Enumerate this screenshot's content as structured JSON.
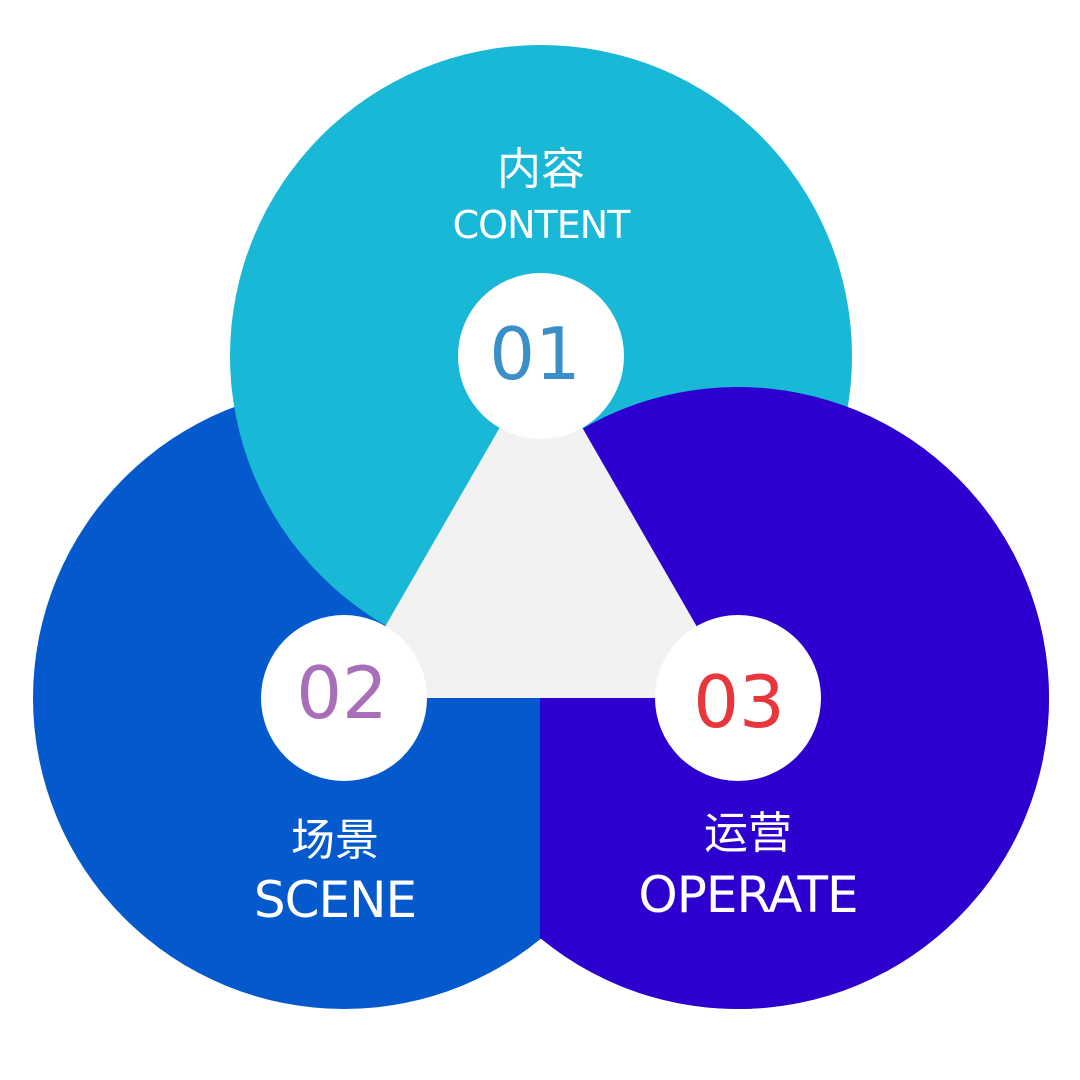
{
  "colors": {
    "background": "#ffffff",
    "content_circle": "#18b8d6",
    "scene_circle": "#0459cc",
    "operate_circle": "#2e00cf",
    "center_triangle": "#f2f2f2",
    "badge_fill": "#ffffff",
    "badge_01_text": "#3b8fc9",
    "badge_02_text": "#a86fb8",
    "badge_03_text": "#e8373c",
    "label_text": "#ffffff"
  },
  "sections": [
    {
      "id": "content",
      "number": "01",
      "label_cn": "内容",
      "label_en": "CONTENT"
    },
    {
      "id": "scene",
      "number": "02",
      "label_cn": "场景",
      "label_en": "SCENE"
    },
    {
      "id": "operate",
      "number": "03",
      "label_cn": "运营",
      "label_en": "OPERATE"
    }
  ]
}
